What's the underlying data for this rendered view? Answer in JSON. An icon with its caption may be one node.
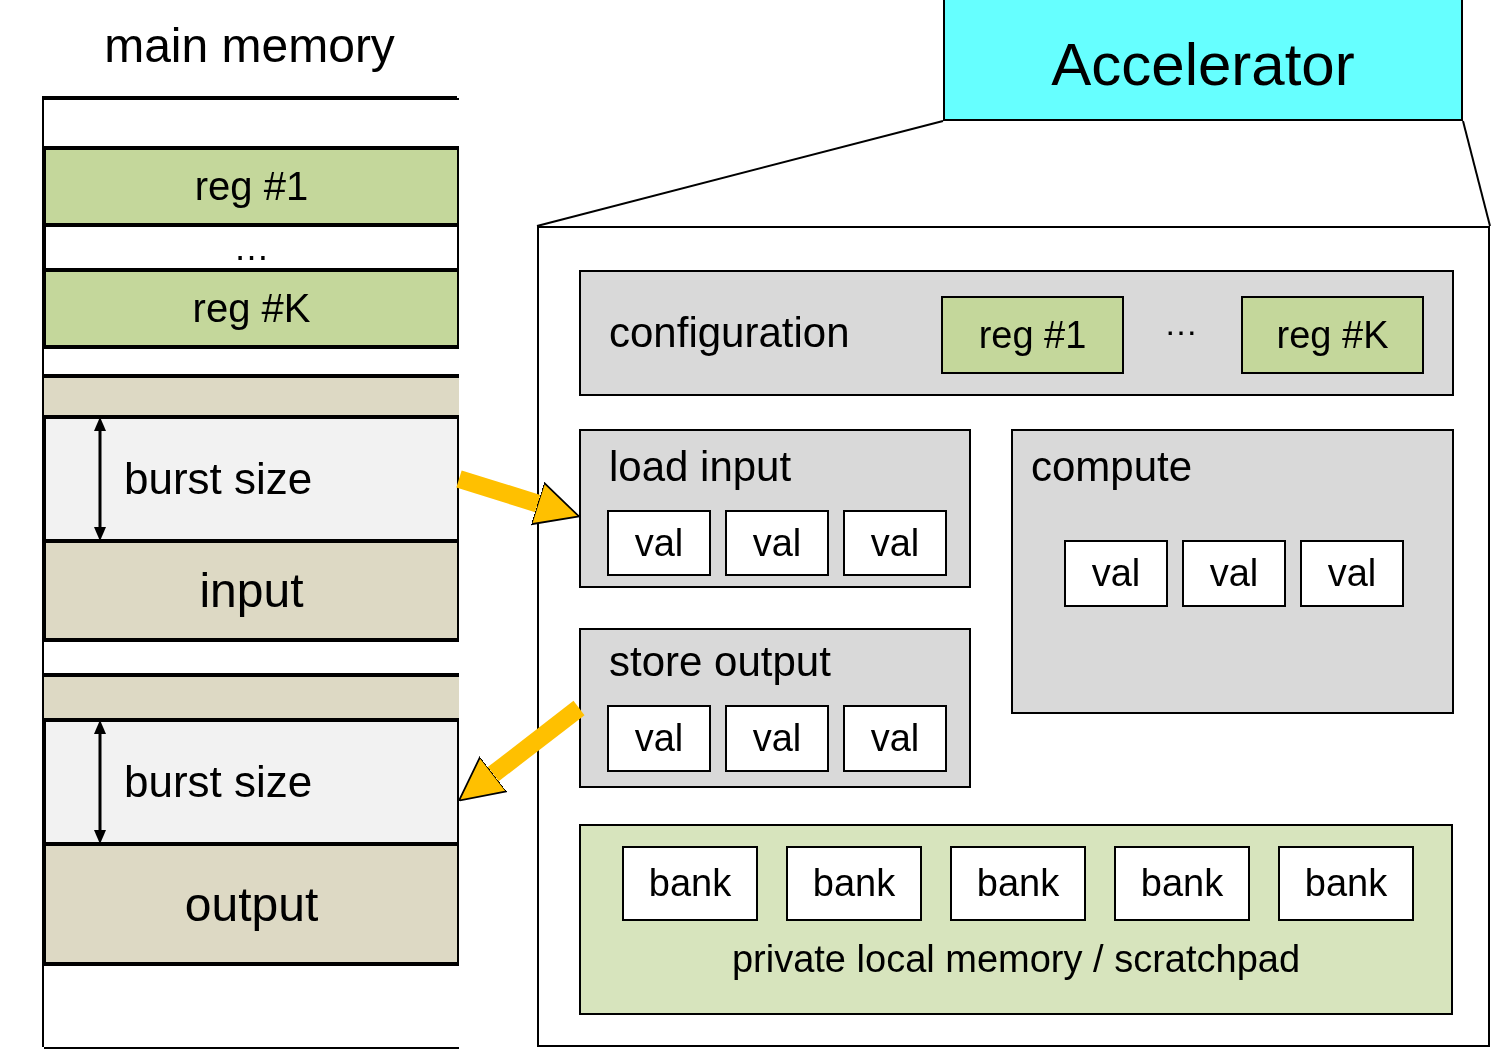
{
  "diagram": {
    "nodes": [
      {
        "text": [
          "main memory"
        ]
      },
      {
        "text": [],
        "shape": "bar",
        "in": 0
      },
      {
        "text": [
          "reg #1"
        ],
        "in": 0
      },
      {
        "text": [
          "…"
        ],
        "in": 0
      },
      {
        "text": [
          "reg #K"
        ],
        "in": 0
      },
      {
        "text": [],
        "shape": "bar",
        "in": 0
      },
      {
        "text": [],
        "shape": "bar",
        "in": 0
      },
      {
        "text": [
          "burst size"
        ],
        "in": 0
      },
      {
        "text": [
          "input"
        ],
        "in": 0
      },
      {
        "text": [],
        "shape": "bar",
        "in": 0
      },
      {
        "text": [],
        "shape": "bar",
        "in": 0
      },
      {
        "text": [
          "burst size"
        ],
        "in": 0
      },
      {
        "text": [
          "output"
        ],
        "in": 0
      },
      {
        "text": [],
        "shape": "bar",
        "in": 0
      },
      {
        "text": [
          "Accelerator"
        ]
      },
      {
        "text": [],
        "shape": "box"
      },
      {
        "text": [
          "configuration"
        ],
        "in": 15
      },
      {
        "text": [
          "reg #1"
        ],
        "in": 16
      },
      {
        "text": [
          "reg #K"
        ],
        "in": 16
      },
      {
        "text": [
          "load input"
        ],
        "in": 15
      },
      {
        "text": [
          "val"
        ],
        "in": 19
      },
      {
        "text": [
          "val"
        ],
        "in": 19
      },
      {
        "text": [
          "val"
        ],
        "in": 19
      },
      {
        "text": [
          "compute"
        ],
        "in": 15
      },
      {
        "text": [
          "val"
        ],
        "in": 23
      },
      {
        "text": [
          "val"
        ],
        "in": 23
      },
      {
        "text": [
          "val"
        ],
        "in": 23
      },
      {
        "text": [
          "store output"
        ],
        "in": 15
      },
      {
        "text": [
          "val"
        ],
        "in": 27
      },
      {
        "text": [
          "val"
        ],
        "in": 27
      },
      {
        "text": [
          "val"
        ],
        "in": 27
      },
      {
        "text": [
          "private local memory / scratchpad"
        ],
        "in": 15
      },
      {
        "text": [
          "bank"
        ],
        "in": 31
      },
      {
        "text": [
          "bank"
        ],
        "in": 31
      },
      {
        "text": [
          "bank"
        ],
        "in": 31
      },
      {
        "text": [
          "bank"
        ],
        "in": 31
      },
      {
        "text": [
          "bank"
        ],
        "in": 31
      }
    ],
    "edges": [
      {
        "from": 7,
        "to": 19,
        "arrow": "to",
        "style": "thick",
        "color": "#ffc000"
      },
      {
        "from": 27,
        "to": 11,
        "arrow": "to",
        "style": "thick",
        "color": "#ffc000"
      },
      {
        "from": 14,
        "to": 15,
        "arrow": "none",
        "color": "#000000"
      },
      {
        "from": 14,
        "to": 15,
        "arrow": "none",
        "color": "#000000"
      }
    ],
    "labels": [
      "…"
    ]
  }
}
